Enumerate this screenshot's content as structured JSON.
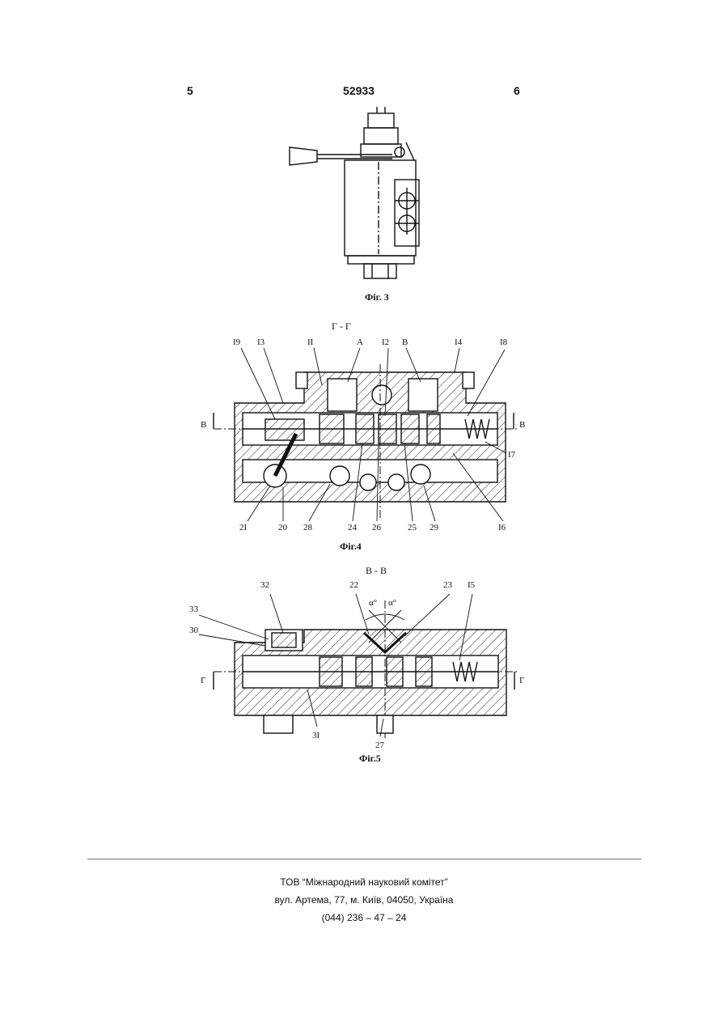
{
  "header": {
    "left_page": "5",
    "patent_number": "52933",
    "right_page": "6"
  },
  "figures": {
    "fig3": {
      "caption": "Фіг. 3"
    },
    "fig4": {
      "section_title": "Г - Г",
      "caption": "Фіг.4",
      "top_labels": [
        "I9",
        "I3",
        "II",
        "A",
        "I2",
        "B",
        "I4",
        "I8"
      ],
      "bottom_labels": [
        "2I",
        "20",
        "28",
        "24",
        "26",
        "25",
        "29",
        "I6"
      ],
      "side_labels": {
        "left": "B",
        "right": "B",
        "right_low": "I7"
      }
    },
    "fig5": {
      "section_title": "B - B",
      "caption": "Фіг.5",
      "top_labels": [
        "32",
        "22",
        "23",
        "I5"
      ],
      "left_labels": [
        "33",
        "30"
      ],
      "bottom_labels": [
        "3I",
        "27"
      ],
      "side_labels": {
        "left": "Г",
        "right": "Г"
      },
      "angle_labels": [
        "α°",
        "α°"
      ]
    }
  },
  "footer": {
    "line1": "ТОВ “Міжнародний науковий комітет”",
    "line2": "вул. Артема, 77, м. Київ, 04050, Україна",
    "line3": "(044) 236 – 47 – 24"
  }
}
